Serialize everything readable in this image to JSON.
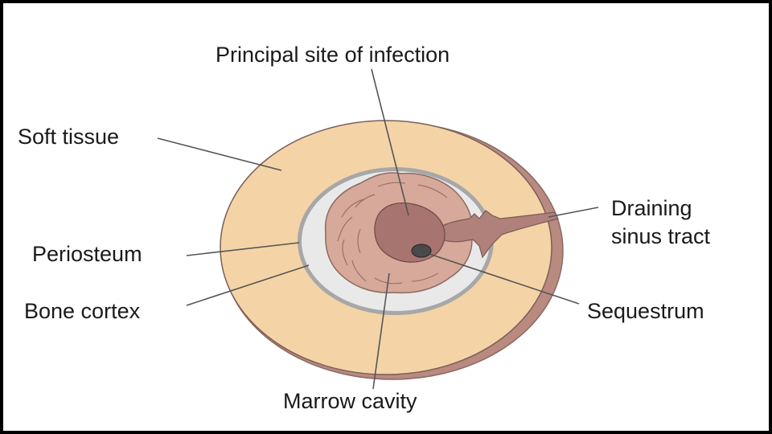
{
  "labels": {
    "principal_site": "Principal site of infection",
    "soft_tissue": "Soft tissue",
    "periosteum": "Periosteum",
    "bone_cortex": "Bone cortex",
    "marrow_cavity": "Marrow cavity",
    "draining_line1": "Draining",
    "draining_line2": "sinus tract",
    "sequestrum": "Sequestrum"
  },
  "colors": {
    "soft_tissue": "#f4d4a6",
    "soft_tissue_edge": "#b98a80",
    "periosteum": "#a7a7a7",
    "bone_cortex": "#e9e9e9",
    "marrow": "#d7a99a",
    "infection": "#a87470",
    "sinus_tract": "#b0807a",
    "sequestrum": "#4a4a4a"
  }
}
